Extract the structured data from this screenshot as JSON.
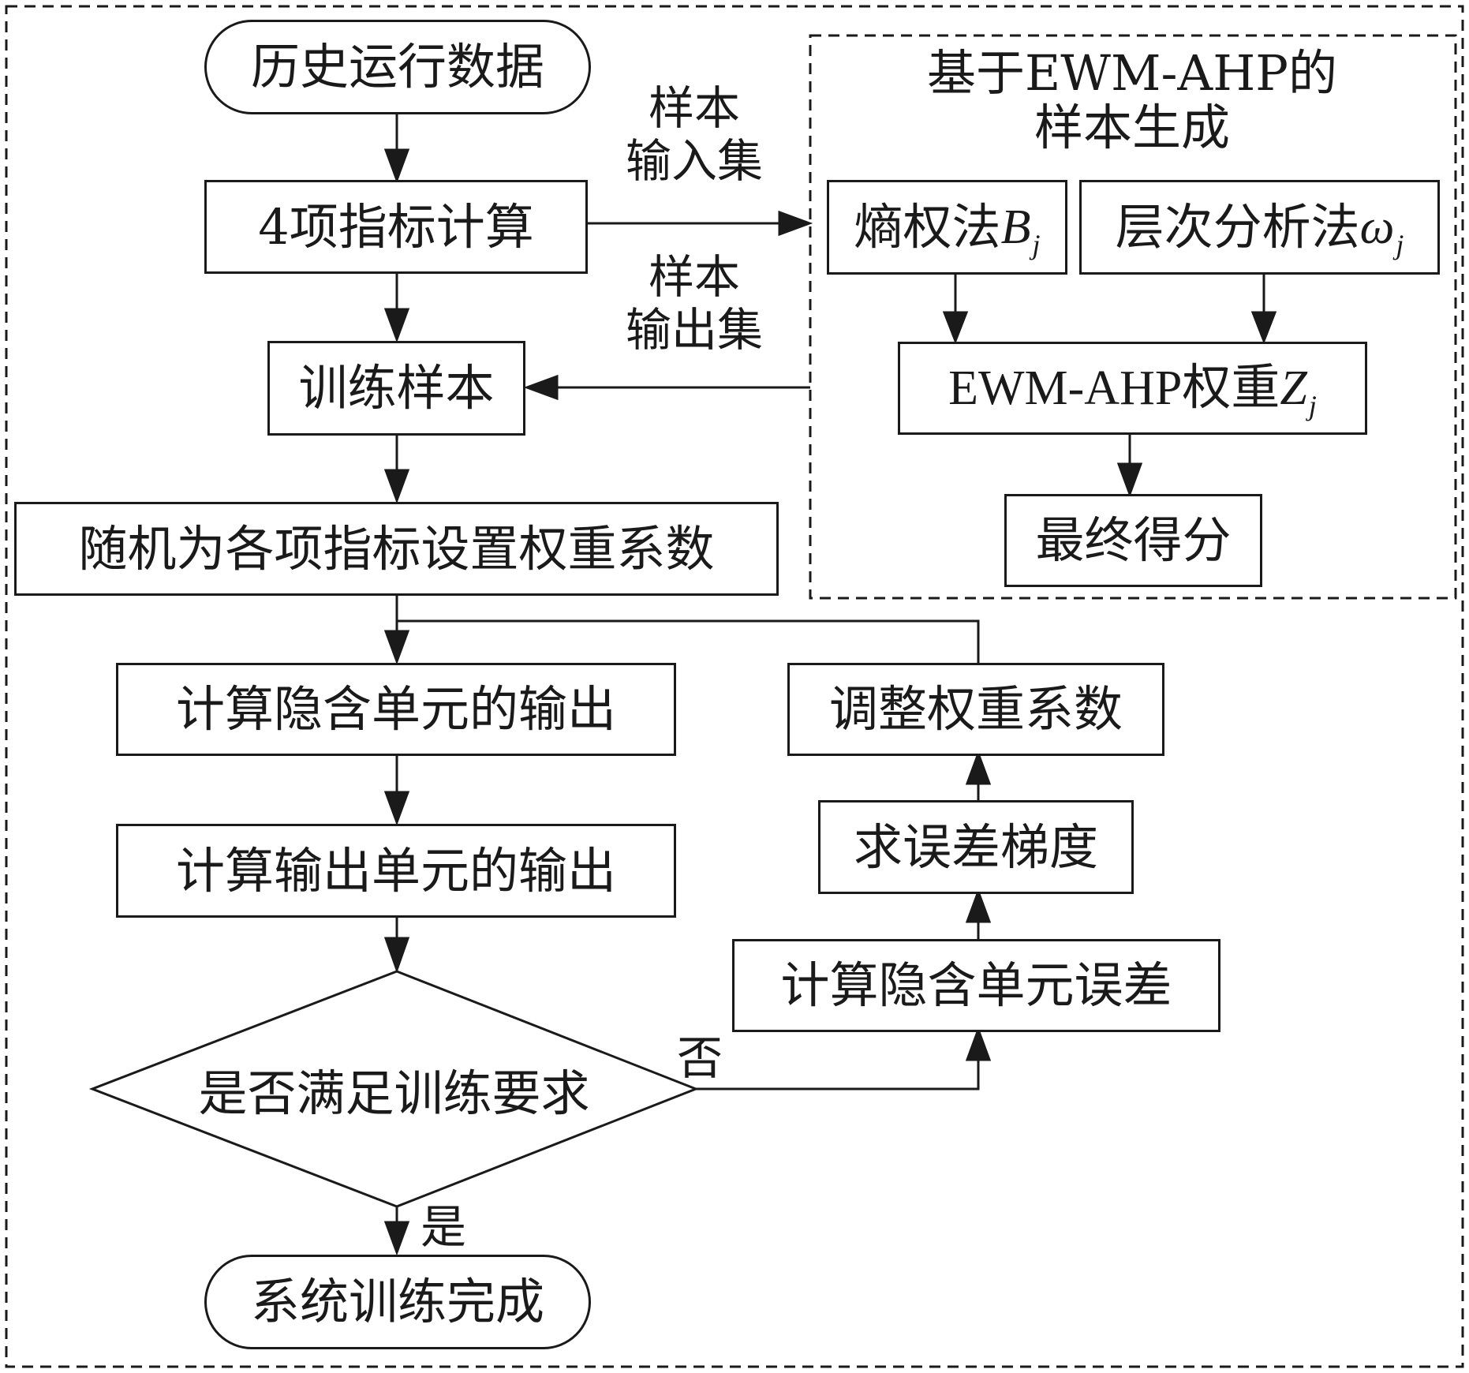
{
  "flow": {
    "historical_data": "历史运行数据",
    "indicator_calc": "4项指标计算",
    "training_samples": "训练样本",
    "random_weights": "随机为各项指标设置权重系数",
    "hidden_output": "计算隐含单元的输出",
    "output_unit_output": "计算输出单元的输出",
    "decision": "是否满足训练要求",
    "training_done": "系统训练完成",
    "yes_label": "是",
    "no_label": "否"
  },
  "feedback": {
    "adjust_weights": "调整权重系数",
    "error_gradient": "求误差梯度",
    "hidden_error": "计算隐含单元误差"
  },
  "edges": {
    "input_set_line1": "样本",
    "input_set_line2": "输入集",
    "output_set_line1": "样本",
    "output_set_line2": "输出集"
  },
  "ewm_ahp": {
    "title_line1": "基于EWM-AHP的",
    "title_line2": "样本生成",
    "entropy_label": "熵权法",
    "entropy_symbol": "B",
    "entropy_subscript": "j",
    "ahp_label": "层次分析法",
    "ahp_symbol": "ω",
    "ahp_subscript": "j",
    "combined_label": "EWM-AHP权重",
    "combined_symbol": "Z",
    "combined_subscript": "j",
    "final_score": "最终得分"
  }
}
